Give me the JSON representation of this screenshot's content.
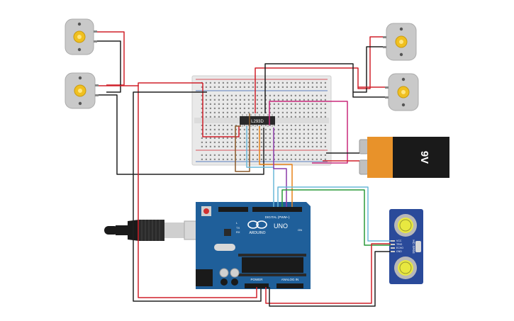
{
  "breadboard": {
    "chip_label": "L293D"
  },
  "battery": {
    "label": "9V"
  },
  "arduino": {
    "brand_label": "ARDUINO",
    "model_label": "UNO",
    "digital_header_label": "DIGITAL (PWM~)",
    "power_header_label": "POWER",
    "analog_header_label": "ANALOG IN",
    "on_label": "ON",
    "tx_label": "TX",
    "rx_label": "RX",
    "l_label": "L"
  },
  "ultrasonic_sensor": {
    "model_label": "HC-SR04",
    "pins": [
      "VCC",
      "TRIG",
      "ECHO",
      "GND"
    ]
  },
  "colors": {
    "wire_red": "#d0202a",
    "wire_black": "#202020",
    "wire_magenta": "#c8287a",
    "wire_orange": "#e8841a",
    "wire_brown": "#8b5a2b",
    "wire_green": "#2a9a3a",
    "wire_lightblue": "#6ab8d8",
    "wire_purple": "#8a3aa8",
    "arduino_blue": "#1f5f9a",
    "sensor_blue": "#2a4a9a",
    "battery_orange": "#e8922a",
    "battery_black": "#1a1a1a"
  }
}
